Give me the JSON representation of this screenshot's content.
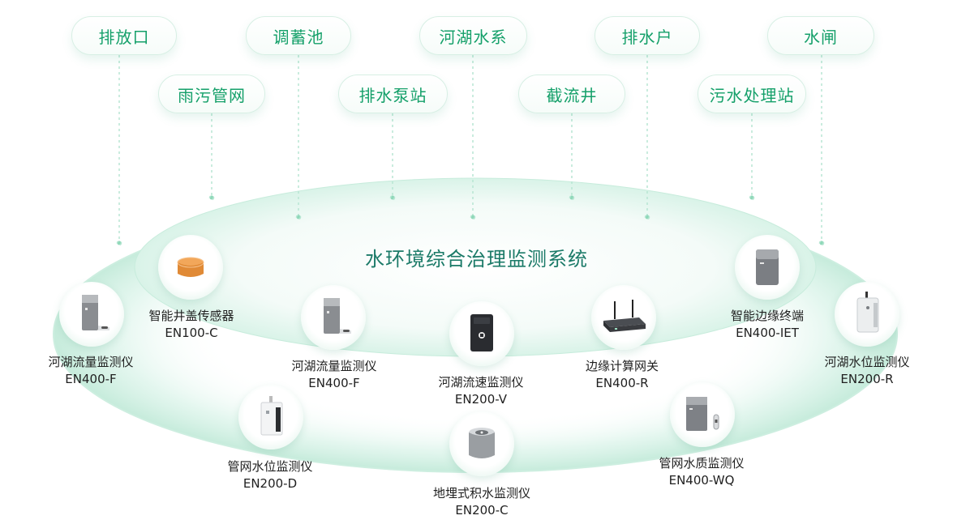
{
  "system_title": "水环境综合治理监测系统",
  "scenarios_top": [
    "排放口",
    "调蓄池",
    "河湖水系",
    "排水户",
    "水闸"
  ],
  "scenarios_bottom": [
    "雨污管网",
    "排水泵站",
    "截流井",
    "污水处理站"
  ],
  "devices": [
    {
      "name": "河湖流量监测仪",
      "model": "EN400-F",
      "icon": "flow-meter-icon"
    },
    {
      "name": "智能井盖传感器",
      "model": "EN100-C",
      "icon": "manhole-sensor-icon"
    },
    {
      "name": "河湖流量监测仪",
      "model": "EN400-F",
      "icon": "flow-meter-icon"
    },
    {
      "name": "河湖流速监测仪",
      "model": "EN200-V",
      "icon": "velocity-meter-icon"
    },
    {
      "name": "边缘计算网关",
      "model": "EN400-R",
      "icon": "edge-gateway-icon"
    },
    {
      "name": "智能边缘终端",
      "model": "EN400-IET",
      "icon": "edge-terminal-icon"
    },
    {
      "name": "河湖水位监测仪",
      "model": "EN200-R",
      "icon": "radar-level-icon"
    },
    {
      "name": "管网水位监测仪",
      "model": "EN200-D",
      "icon": "pipe-level-icon"
    },
    {
      "name": "地埋式积水监测仪",
      "model": "EN200-C",
      "icon": "buried-water-icon"
    },
    {
      "name": "管网水质监测仪",
      "model": "EN400-WQ",
      "icon": "water-quality-icon"
    }
  ],
  "colors": {
    "accent": "#15a06a",
    "title": "#1b7a68",
    "ring": "#bfe9d7"
  }
}
